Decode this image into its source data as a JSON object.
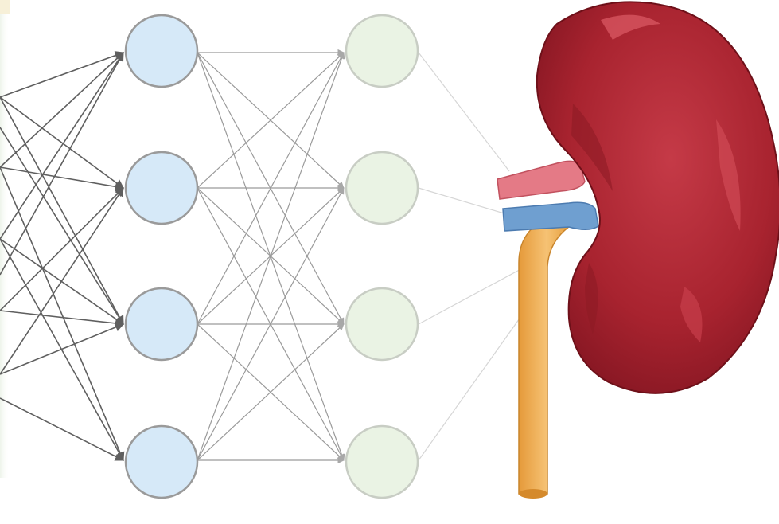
{
  "diagram": {
    "description_layers": [
      {
        "role": "input",
        "node_count": 8
      },
      {
        "role": "hidden",
        "node_count": 4,
        "fill": "#d6e9f8"
      },
      {
        "role": "output",
        "node_count": 4,
        "fill": "#eaf3e4"
      }
    ],
    "connection_colors": {
      "input_edges": "#5f5f5f",
      "hidden_edges": "#9a9a9a",
      "output_to_organ": "#d6d6d6"
    },
    "organ_icon": "kidney-icon",
    "organ_colors": {
      "body": "#a8232f",
      "ureter": "#f0b45a",
      "vein": "#6f9fd0",
      "artery": "#e47a86"
    }
  }
}
